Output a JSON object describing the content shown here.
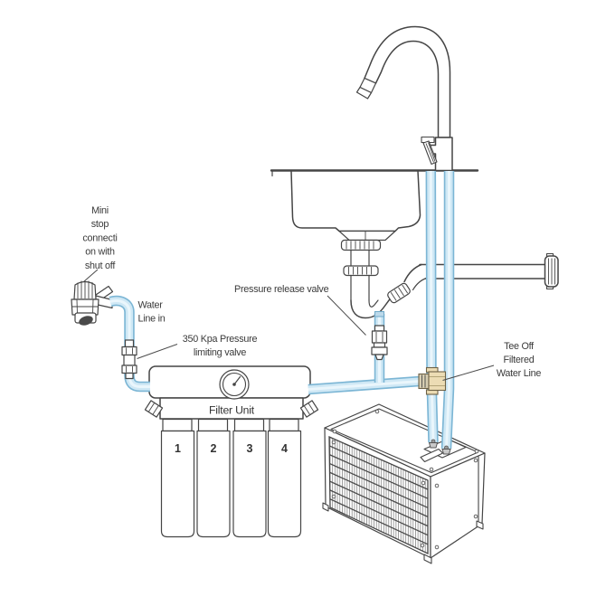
{
  "diagram": {
    "labels": {
      "mini_stop_connection": [
        "Mini",
        "stop",
        "connecti",
        "on with",
        "shut off"
      ],
      "water_line_in": [
        "Water",
        "Line in"
      ],
      "pressure_limiting_valve": [
        "350 Kpa Pressure",
        "limiting valve"
      ],
      "pressure_release_valve": "Pressure release valve",
      "filter_unit": "Filter Unit",
      "tee_off": [
        "Tee Off",
        "Filtered",
        "Water Line"
      ],
      "filter_cartridge_numbers": [
        "1",
        "2",
        "3",
        "4"
      ]
    },
    "colors": {
      "line_art": "#454545",
      "label_text": "#3a3a3a",
      "tube_edge": "#7cb6d5",
      "tube_fill": "#cfe8f5",
      "tube_highlight": "#eaf6fc",
      "tee_fitting_brass": "#ecdcb4"
    }
  }
}
